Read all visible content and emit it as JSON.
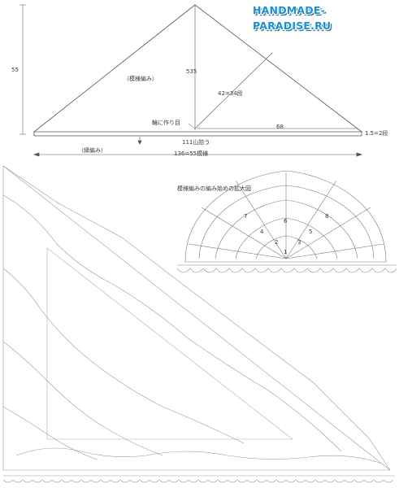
{
  "watermark": {
    "text": "HANDMADE-PARADISE.RU",
    "color": "#1c8fcf"
  },
  "schematic": {
    "height_label": "55",
    "height_cm": "535",
    "pattern_label": "（模様編み）",
    "rows_label": "42=34段",
    "start_label": "輪に作り目",
    "width_label": "68",
    "edge_label": "1.5=2段",
    "mountains_label": "111山拾う",
    "border_label": "（縁編み）",
    "total_width_label": "136=55模様"
  },
  "detail": {
    "caption": "模様編みの編み始めの拡大図",
    "round_numbers": [
      "1",
      "2",
      "3",
      "4",
      "5",
      "6",
      "7",
      "8"
    ]
  }
}
